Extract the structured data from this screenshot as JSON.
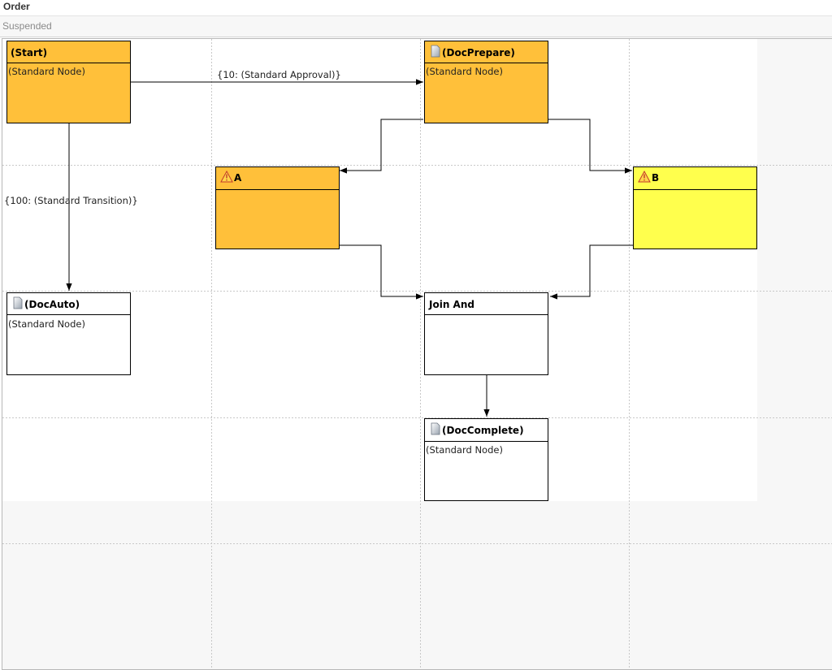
{
  "header": {
    "title": "Order",
    "status": "Suspended"
  },
  "colors": {
    "active_node": "#ffc03a",
    "current_node": "#ffff4d",
    "default_node": "#ffffff",
    "grid_line": "#c8c8c8",
    "canvas_bg": "#f7f7f7"
  },
  "workflow": {
    "nodes": {
      "start": {
        "title": "(Start)",
        "subtitle": "(Standard Node)",
        "icon": "none",
        "state": "active"
      },
      "docprepare": {
        "title": "(DocPrepare)",
        "subtitle": "(Standard Node)",
        "icon": "document-icon",
        "state": "active"
      },
      "a": {
        "title": "A",
        "subtitle": "",
        "icon": "warning-icon",
        "state": "active"
      },
      "b": {
        "title": "B",
        "subtitle": "",
        "icon": "warning-icon",
        "state": "current"
      },
      "docauto": {
        "title": "(DocAuto)",
        "subtitle": "(Standard Node)",
        "icon": "document-icon",
        "state": "inactive"
      },
      "joinand": {
        "title": "Join And",
        "subtitle": "",
        "icon": "none",
        "state": "inactive"
      },
      "doccomplete": {
        "title": "(DocComplete)",
        "subtitle": "(Standard Node)",
        "icon": "document-icon",
        "state": "inactive"
      }
    },
    "transitions": {
      "start_docprepare": "{10: (Standard Approval)}",
      "start_docauto": "{100: (Standard Transition)}"
    }
  }
}
